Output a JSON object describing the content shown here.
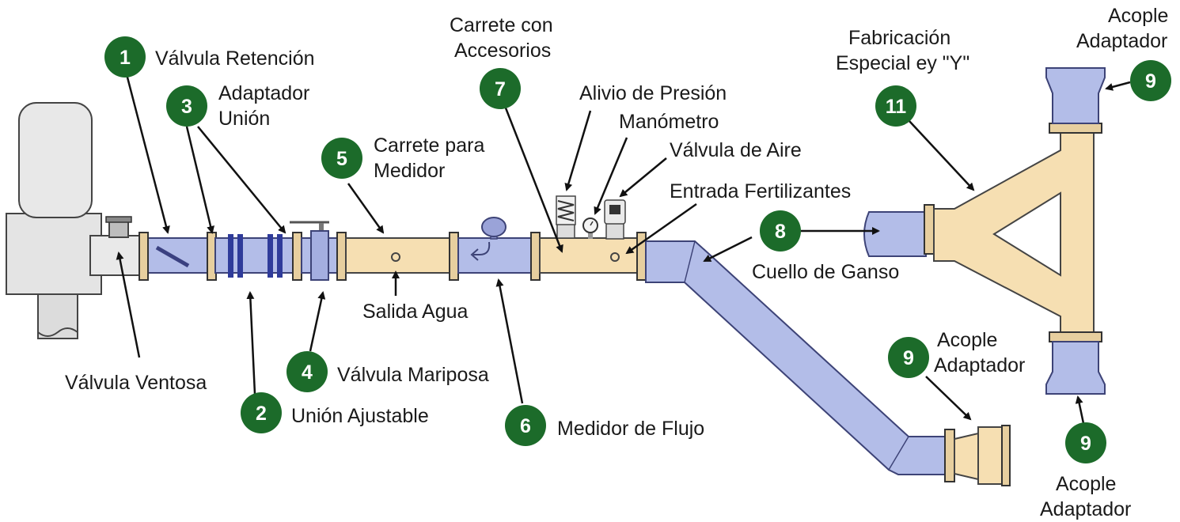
{
  "colors": {
    "badge": "#1c6b2a",
    "pipe_blue": "#aeb8e6",
    "pipe_blue_dark": "#5b66b5",
    "pipe_cream": "#f6ddb0",
    "flange": "#ead2a2",
    "tank_gray": "#e2e2e2"
  },
  "labels": {
    "valvula_retencion": "Válvula Retención",
    "adaptador_union_1": "Adaptador",
    "adaptador_union_2": "Unión",
    "carrete_medidor_1": "Carrete para",
    "carrete_medidor_2": "Medidor",
    "carrete_accesorios_1": "Carrete con",
    "carrete_accesorios_2": "Accesorios",
    "alivio_presion": "Alivio de Presión",
    "manometro": "Manómetro",
    "valvula_aire": "Válvula de Aire",
    "entrada_fertilizantes": "Entrada Fertilizantes",
    "fabricacion_1": "Fabricación",
    "fabricacion_2": "Especial ey \"Y\"",
    "acople_top_1": "Acople",
    "acople_top_2": "Adaptador",
    "cuello_ganso": "Cuello de Ganso",
    "valvula_ventosa": "Válvula Ventosa",
    "union_ajustable": "Unión Ajustable",
    "valvula_mariposa": "Válvula Mariposa",
    "salida_agua": "Salida Agua",
    "medidor_flujo": "Medidor de Flujo",
    "acople_mid_1": "Acople",
    "acople_mid_2": "Adaptador",
    "acople_bottom_1": "Acople",
    "acople_bottom_2": "Adaptador"
  },
  "badges": {
    "b1": "1",
    "b2": "2",
    "b3": "3",
    "b4": "4",
    "b5": "5",
    "b6": "6",
    "b7": "7",
    "b8": "8",
    "b9_top": "9",
    "b9_mid": "9",
    "b9_bottom": "9",
    "b11": "11"
  }
}
